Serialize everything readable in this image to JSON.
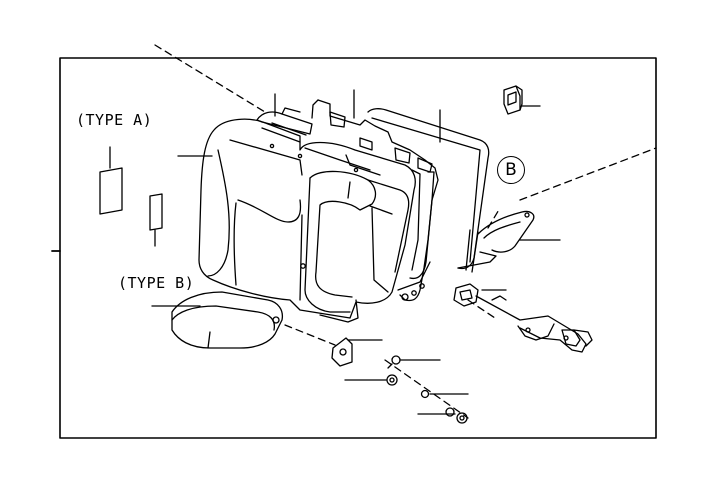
{
  "diagram": {
    "type_a_label": "(TYPE A)",
    "type_b_label": "(TYPE B)",
    "callout_b": "B",
    "line_color": "#000000",
    "background": "#ffffff"
  }
}
